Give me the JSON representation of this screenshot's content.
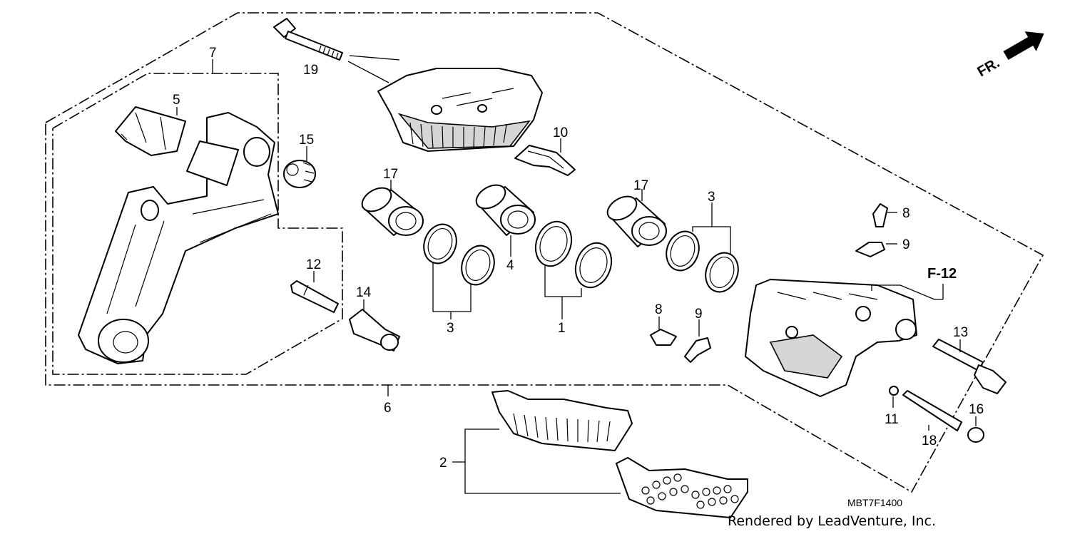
{
  "callouts": {
    "c19": "19",
    "c7": "7",
    "c5": "5",
    "c15": "15",
    "c10": "10",
    "c17a": "17",
    "c17b": "17",
    "c3a": "3",
    "c3b": "3",
    "c8a": "8",
    "c9a": "9",
    "c12": "12",
    "c14": "14",
    "c4": "4",
    "c1": "1",
    "c8b": "8",
    "c9b": "9",
    "c13": "13",
    "c6": "6",
    "c11": "11",
    "c16": "16",
    "c18": "18",
    "c2": "2"
  },
  "ref_label": "F-12",
  "direction_label": "FR.",
  "diagram_code": "MBT7F1400",
  "credit": "Rendered by LeadVenture, Inc.",
  "icons": {
    "direction": "arrow-icon"
  }
}
